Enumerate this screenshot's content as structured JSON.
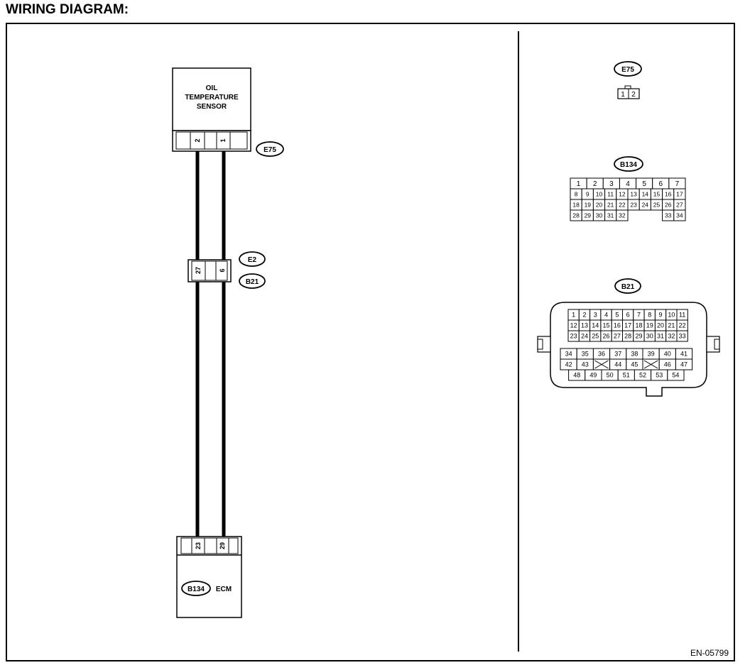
{
  "page": {
    "title": "WIRING DIAGRAM:",
    "figure_code": "EN-05799"
  },
  "sensor": {
    "name_lines": [
      "OIL",
      "TEMPERATURE",
      "SENSOR"
    ],
    "connector": "E75",
    "pins": [
      "2",
      "1"
    ]
  },
  "junction": {
    "connector_top": "E2",
    "connector_bottom": "B21",
    "pins": [
      "27",
      "6"
    ]
  },
  "ecm": {
    "name": "ECM",
    "connector": "B134",
    "pins": [
      "23",
      "29"
    ]
  },
  "connector_views": {
    "e75": {
      "label": "E75",
      "pins": [
        "1",
        "2"
      ]
    },
    "b134": {
      "label": "B134",
      "rows": [
        [
          "1",
          "2",
          "3",
          "4",
          "5",
          "6",
          "7"
        ],
        [
          "8",
          "9",
          "10",
          "11",
          "12",
          "13",
          "14",
          "15",
          "16",
          "17"
        ],
        [
          "18",
          "19",
          "20",
          "21",
          "22",
          "23",
          "24",
          "25",
          "26",
          "27"
        ],
        [
          "28",
          "29",
          "30",
          "31",
          "32",
          "33",
          "34"
        ]
      ]
    },
    "b21": {
      "label": "B21",
      "upper_rows": [
        [
          "1",
          "2",
          "3",
          "4",
          "5",
          "6",
          "7",
          "8",
          "9",
          "10",
          "11"
        ],
        [
          "12",
          "13",
          "14",
          "15",
          "16",
          "17",
          "18",
          "19",
          "20",
          "21",
          "22"
        ],
        [
          "23",
          "24",
          "25",
          "26",
          "27",
          "28",
          "29",
          "30",
          "31",
          "32",
          "33"
        ]
      ],
      "lower_rows": [
        [
          "34",
          "35",
          "36",
          "37",
          "38",
          "39",
          "40",
          "41"
        ],
        [
          "42",
          "43",
          "44",
          "45",
          "46",
          "47"
        ],
        [
          "48",
          "49",
          "50",
          "51",
          "52",
          "53",
          "54"
        ]
      ]
    }
  }
}
